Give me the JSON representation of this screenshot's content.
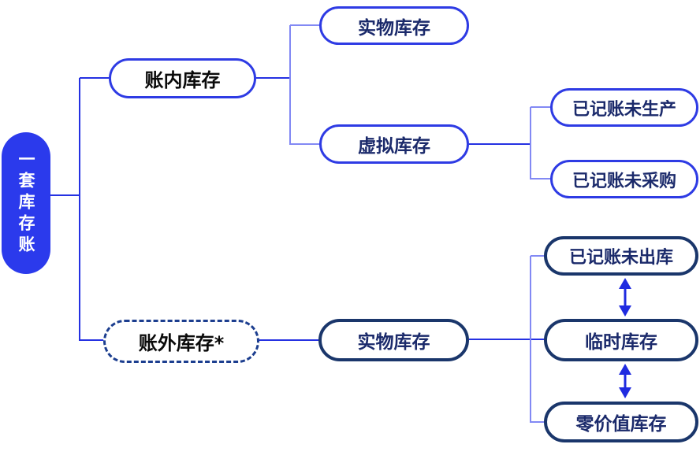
{
  "tree": {
    "root": {
      "label": "一套库存账"
    },
    "branches": [
      {
        "label": "账内库存",
        "children": [
          {
            "label": "实物库存",
            "children": []
          },
          {
            "label": "虚拟库存",
            "children": [
              {
                "label": "已记账未生产"
              },
              {
                "label": "已记账未采购"
              }
            ]
          }
        ]
      },
      {
        "label": "账外库存*",
        "children": [
          {
            "label": "实物库存",
            "children": [
              {
                "label": "已记账未出库"
              },
              {
                "label": "临时库存"
              },
              {
                "label": "零价值库存"
              }
            ]
          }
        ]
      }
    ]
  },
  "colors": {
    "background": "#FFFFFF",
    "root_fill": "#2B3AEC",
    "root_text": "#FFFFFF",
    "bright_border": "#2E3BE4",
    "dark_border": "#1A366B",
    "dashed_border": "#1C3E8F",
    "black_text": "#0A0A0A",
    "navy_text": "#1B2A6B",
    "connector_bright": "#2531E2",
    "connector_light": "#8289F4",
    "arrow": "#1F2BE0"
  }
}
